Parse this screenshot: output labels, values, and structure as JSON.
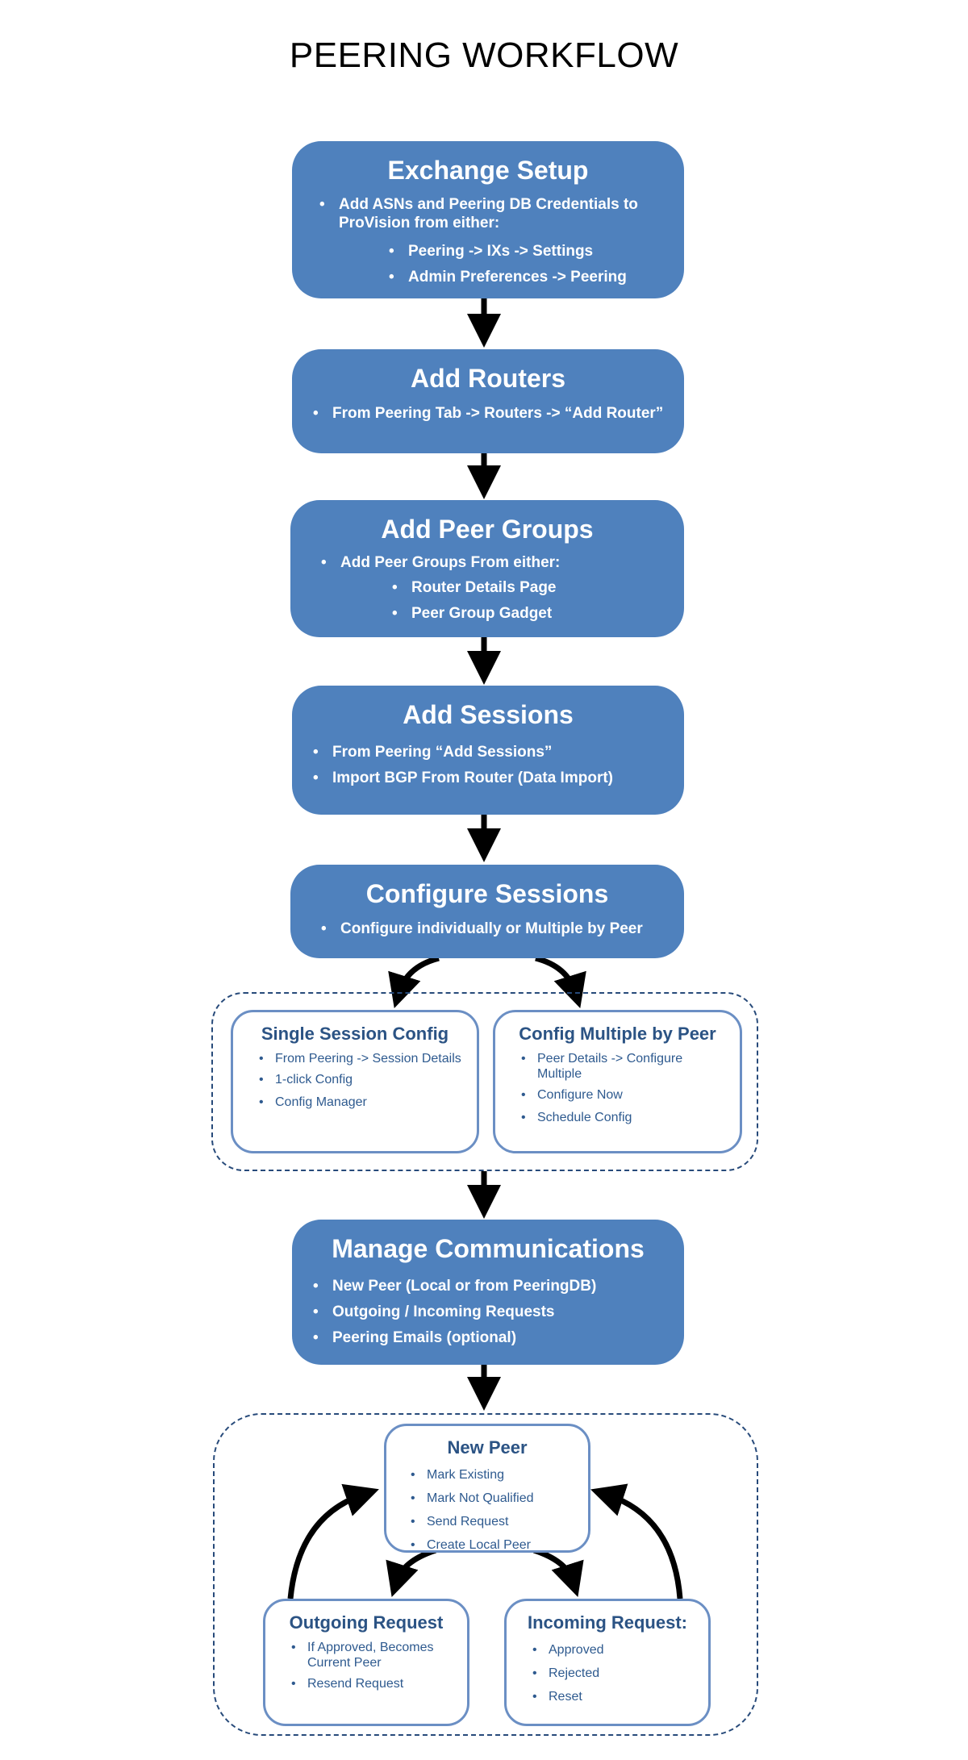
{
  "title": "PEERING WORKFLOW",
  "exchange_setup": {
    "title": "Exchange Setup",
    "bullet": "Add ASNs and Peering DB Credentials to ProVision from either:",
    "sub": [
      "Peering -> IXs -> Settings",
      "Admin Preferences -> Peering"
    ]
  },
  "add_routers": {
    "title": "Add Routers",
    "bullet": "From Peering Tab -> Routers -> “Add Router”"
  },
  "add_peer_groups": {
    "title": "Add Peer Groups",
    "bullet": "Add Peer Groups From either:",
    "sub": [
      "Router Details Page",
      "Peer Group Gadget"
    ]
  },
  "add_sessions": {
    "title": "Add Sessions",
    "bullets": [
      "From  Peering “Add Sessions”",
      "Import BGP From Router (Data Import)"
    ]
  },
  "configure_sessions": {
    "title": "Configure Sessions",
    "bullet": "Configure individually or Multiple by Peer"
  },
  "single_session_config": {
    "title": "Single Session Config",
    "items": [
      "From Peering -> Session Details",
      "1-click Config",
      "Config Manager"
    ]
  },
  "config_multiple_by_peer": {
    "title": "Config Multiple by Peer",
    "items": [
      "Peer Details -> Configure Multiple",
      "Configure Now",
      "Schedule Config"
    ]
  },
  "manage_communications": {
    "title": "Manage Communications",
    "bullets": [
      "New Peer (Local or from PeeringDB)",
      "Outgoing / Incoming Requests",
      "Peering Emails (optional)"
    ]
  },
  "new_peer": {
    "title": "New Peer",
    "items": [
      "Mark Existing",
      "Mark Not Qualified",
      "Send Request",
      "Create Local Peer"
    ]
  },
  "outgoing_request": {
    "title": "Outgoing Request",
    "items": [
      "If Approved, Becomes Current Peer",
      "Resend Request"
    ]
  },
  "incoming_request": {
    "title": "Incoming Request:",
    "items": [
      "Approved",
      "Rejected",
      "Reset"
    ]
  },
  "colors": {
    "box_fill": "#4f81bd",
    "outline_border": "#6b8fc4",
    "outline_text": "#2e5a8f",
    "dashed_border": "#274a7a",
    "arrow": "#000000"
  }
}
